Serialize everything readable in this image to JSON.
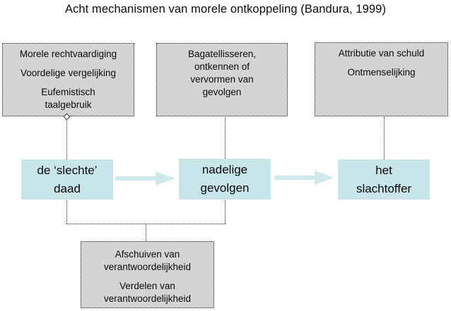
{
  "title": "Acht mechanismen van morele ontkoppeling (Bandura, 1999)",
  "colors": {
    "mechanism_box_fill": "#d4d4d4",
    "process_box_fill": "#c8e5ea",
    "arrow_fill": "#cfe9ec",
    "connector": "#222222",
    "text": "#0b0b0b",
    "background": "#ffffff"
  },
  "mechanism_boxes": {
    "top_left": {
      "items": [
        [
          "Morele rechtvaardiging"
        ],
        [
          "Voordelige vergelijking"
        ],
        [
          "Eufemistisch",
          "taalgebruik"
        ]
      ]
    },
    "top_center": {
      "items": [
        [
          "Bagatellisseren,",
          "ontkennen of",
          "vervormen van",
          "gevolgen"
        ]
      ]
    },
    "top_right": {
      "items": [
        [
          "Attributie van schuld"
        ],
        [
          "Ontmenselijking"
        ]
      ]
    },
    "bottom": {
      "items": [
        [
          "Afschuiven van",
          "verantwoordelijkheid"
        ],
        [
          "Verdelen van",
          "verantwoordelijkheid"
        ]
      ]
    }
  },
  "process_boxes": {
    "left": [
      "de ‘slechte’",
      "daad"
    ],
    "center": [
      "nadelige",
      "gevolgen"
    ],
    "right": [
      "het",
      "slachtoffer"
    ]
  }
}
